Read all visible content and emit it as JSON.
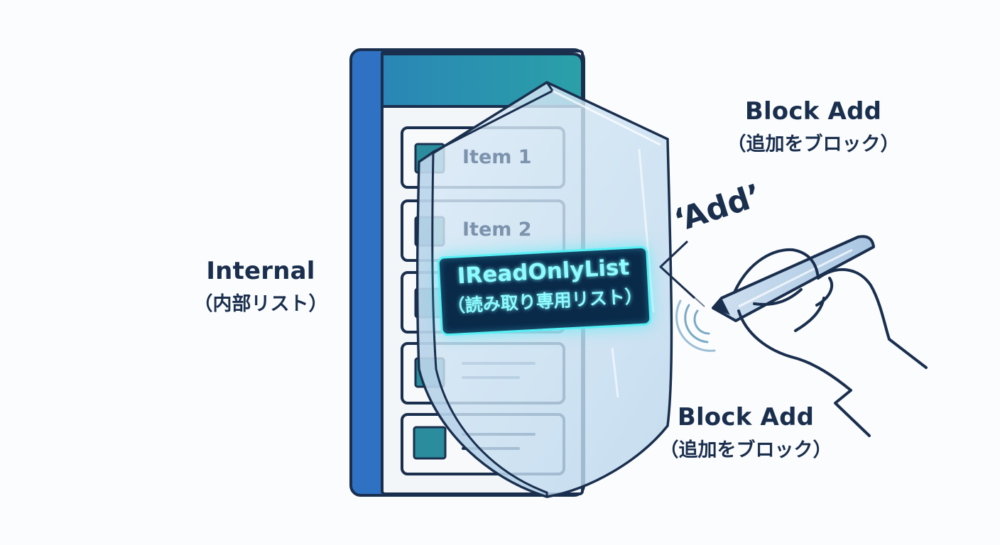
{
  "labels": {
    "internal": {
      "line1": "Internal",
      "line2": "（内部リスト）"
    },
    "block_top": {
      "line1": "Block Add",
      "line2": "（追加をブロック）"
    },
    "block_bottom": {
      "line1": "Block Add",
      "line2": "（追加をブロック）"
    }
  },
  "list": {
    "items": [
      "Item 1",
      "Item 2"
    ]
  },
  "badge": {
    "line1": "IReadOnlyList",
    "line2": "（読み取り専用リスト）"
  },
  "add_text": "‘Add’",
  "colors": {
    "navy": "#1a2f4e",
    "spine_blue": "#2f72c4",
    "header_teal": "#2696a8",
    "checkbox_teal": "#2a8c9c",
    "badge_bg": "#0a2a4a",
    "badge_glow": "#56f0f5",
    "shield_fill": "#cfe3f2"
  },
  "icons": [
    "document-list-icon",
    "shield-icon",
    "pen-icon",
    "hand-icon",
    "sound-waves-icon"
  ]
}
